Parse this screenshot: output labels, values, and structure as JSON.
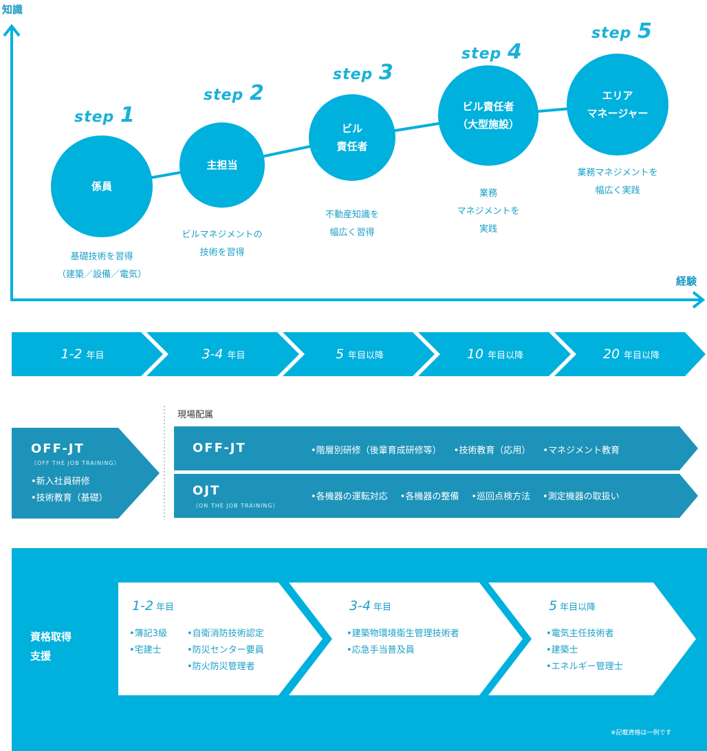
{
  "axes": {
    "y_label": "知識",
    "x_label": "経験"
  },
  "steps": [
    {
      "step_word": "step",
      "step_num": "1",
      "title": "係員",
      "desc": "基礎技術を習得\n（建築／設備／電気）"
    },
    {
      "step_word": "step",
      "step_num": "2",
      "title": "主担当",
      "desc": "ビルマネジメントの\n技術を習得"
    },
    {
      "step_word": "step",
      "step_num": "3",
      "title": "ビル\n責任者",
      "desc": "不動産知識を\n幅広く習得"
    },
    {
      "step_word": "step",
      "step_num": "4",
      "title": "ビル責任者\n（大型施設）",
      "desc": "業務\nマネジメントを\n実践"
    },
    {
      "step_word": "step",
      "step_num": "5",
      "title": "エリア\nマネージャー",
      "desc": "業務マネジメントを\n幅広く実践"
    }
  ],
  "years": [
    {
      "num": "1-2",
      "unit": "年目"
    },
    {
      "num": "3-4",
      "unit": "年目"
    },
    {
      "num": "5",
      "unit": "年目以降"
    },
    {
      "num": "10",
      "unit": "年目以降"
    },
    {
      "num": "20",
      "unit": "年目以降"
    }
  ],
  "training": {
    "site_assignment": "現場配属",
    "initial": {
      "title": "OFF-JT",
      "subtitle": "（OFF THE JOB TRAINING）",
      "items": [
        "•新入社員研修",
        "•技術教育（基礎）"
      ]
    },
    "offjt": {
      "title": "OFF-JT",
      "items": [
        "•階層別研修（後輩育成研修等）",
        "•技術教育（応用）",
        "•マネジメント教育"
      ]
    },
    "ojt": {
      "title": "OJT",
      "subtitle": "（ON THE JOB TRAINING）",
      "items": [
        "•各機器の運転対応",
        "•各機器の整備",
        "•巡回点検方法",
        "•測定機器の取扱い"
      ]
    }
  },
  "support": {
    "title": "資格取得\n支援",
    "note": "※記載資格は一例です",
    "stages": [
      {
        "num": "1-2",
        "unit": "年目",
        "col1": [
          "•簿記3級",
          "•宅建士"
        ],
        "col2": [
          "•自衛消防技術認定",
          "•防災センター要員",
          "•防火防災管理者"
        ]
      },
      {
        "num": "3-4",
        "unit": "年目",
        "col1": [
          "•建築物環境衛生管理技術者",
          "•応急手当普及員"
        ]
      },
      {
        "num": "5",
        "unit": "年目以降",
        "col1": [
          "•電気主任技術者",
          "•建築士",
          "•エネルギー管理士"
        ]
      }
    ]
  },
  "colors": {
    "primary": "#00b0dd",
    "training_dark": "#1d93b9",
    "label_blue": "#1a9fc9",
    "white": "#ffffff"
  }
}
